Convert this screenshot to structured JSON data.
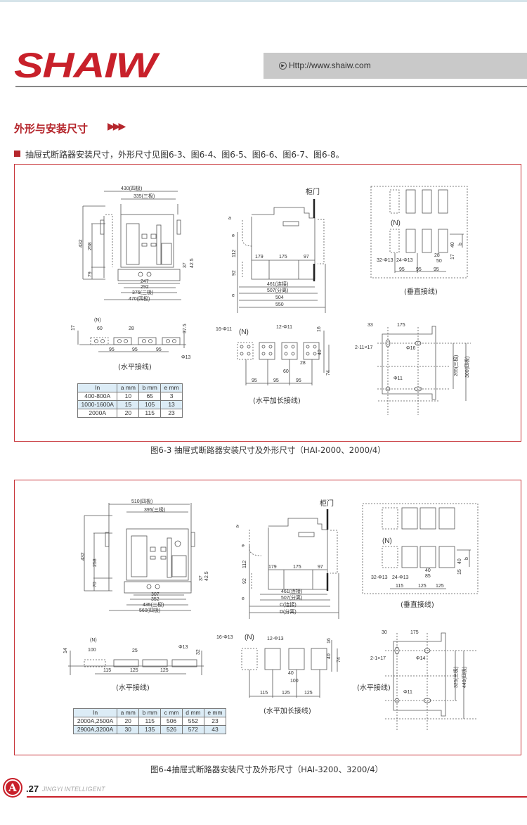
{
  "header": {
    "logo": "SHAIW",
    "url": "Http://www.shaiw.com",
    "url_icon": "play-circle-icon"
  },
  "section": {
    "title": "外形与安装尺寸",
    "arrows": "▶▶▶",
    "intro": "抽屉式断路器安装尺寸，外形尺寸见图6-3、图6-4、图6-5、图6-6、图6-7、图6-8。"
  },
  "fig63": {
    "caption": "图6-3 抽屉式断路器安装尺寸及外形尺寸（HAI-2000、2000/4）",
    "front": [
      "430(四极)",
      "335(三极)",
      "432",
      "258",
      "79",
      "37",
      "42.5",
      "247",
      "292",
      "375(三极)",
      "470(四极)"
    ],
    "side": [
      "柜门",
      "a",
      "e",
      "112",
      "92",
      "e",
      "179",
      "175",
      "97",
      "461(连接)",
      "507(分离)",
      "504",
      "550"
    ],
    "vertical": {
      "caption": "(垂直接线)",
      "labels": [
        "(N)",
        "32-Φ13",
        "24-Φ13",
        "95",
        "95",
        "95",
        "28",
        "50",
        "40",
        "b",
        "17"
      ]
    },
    "horizontal": {
      "caption": "(水平接线)",
      "labels": [
        "(N)",
        "60",
        "28",
        "17",
        "37.5",
        "95",
        "95",
        "95",
        "Φ13"
      ]
    },
    "extended": {
      "caption": "(水平加长接线)",
      "labels": [
        "16-Φ11",
        "(N)",
        "12-Φ11",
        "16",
        "40",
        "28",
        "60",
        "74",
        "95",
        "95",
        "95"
      ]
    },
    "mounting": {
      "labels": [
        "33",
        "175",
        "2-11×17",
        "Φ16",
        "265(三极)",
        "300(四极)",
        "Φ11"
      ]
    },
    "table": {
      "headers": [
        "In",
        "a mm",
        "b mm",
        "e mm"
      ],
      "rows": [
        [
          "400-800A",
          "10",
          "65",
          "3"
        ],
        [
          "1000-1600A",
          "15",
          "105",
          "13"
        ],
        [
          "2000A",
          "20",
          "115",
          "23"
        ]
      ]
    }
  },
  "fig64": {
    "caption": "图6-4抽屉式断路器安装尺寸及外形尺寸（HAI-3200、3200/4）",
    "front": [
      "510(四极)",
      "395(三极)",
      "432",
      "258",
      "70",
      "37",
      "42.5",
      "307",
      "352",
      "435(三极)",
      "560(四极)"
    ],
    "side": [
      "柜门",
      "a",
      "e",
      "112",
      "92",
      "e",
      "179",
      "175",
      "97",
      "461(连接)",
      "507(分离)",
      "C(连接)",
      "D(分离)"
    ],
    "vertical": {
      "caption": "(垂直接线)",
      "labels": [
        "(N)",
        "32-Φ13",
        "24-Φ13",
        "115",
        "125",
        "125",
        "40",
        "85",
        "40",
        "b",
        "15"
      ]
    },
    "horizontal": {
      "caption": "(水平接线)",
      "labels": [
        "(N)",
        "100",
        "25",
        "Φ13",
        "14",
        "32",
        "115",
        "125",
        "125"
      ]
    },
    "extended": {
      "caption": "(水平加长接线)",
      "labels": [
        "16-Φ13",
        "(N)",
        "12-Φ13",
        "16",
        "40",
        "74",
        "40",
        "100",
        "115",
        "125",
        "125"
      ]
    },
    "mounting": {
      "caption": "(水平接线)",
      "labels": [
        "30",
        "175",
        "2-1×17",
        "Φ14",
        "Φ11",
        "325(三极)",
        "440(四极)"
      ]
    },
    "table": {
      "headers": [
        "In",
        "a mm",
        "b mm",
        "c mm",
        "d mm",
        "e mm"
      ],
      "rows": [
        [
          "2000A,2500A",
          "20",
          "115",
          "506",
          "552",
          "23"
        ],
        [
          "2900A,3200A",
          "30",
          "135",
          "526",
          "572",
          "43"
        ]
      ]
    }
  },
  "footer": {
    "badge": "A",
    "page": ".27",
    "brand": "JINGYI INTELLIGENT"
  },
  "colors": {
    "brand_red": "#c8202a",
    "panel_border": "#c8353a",
    "table_highlight": "#dcecf6"
  }
}
